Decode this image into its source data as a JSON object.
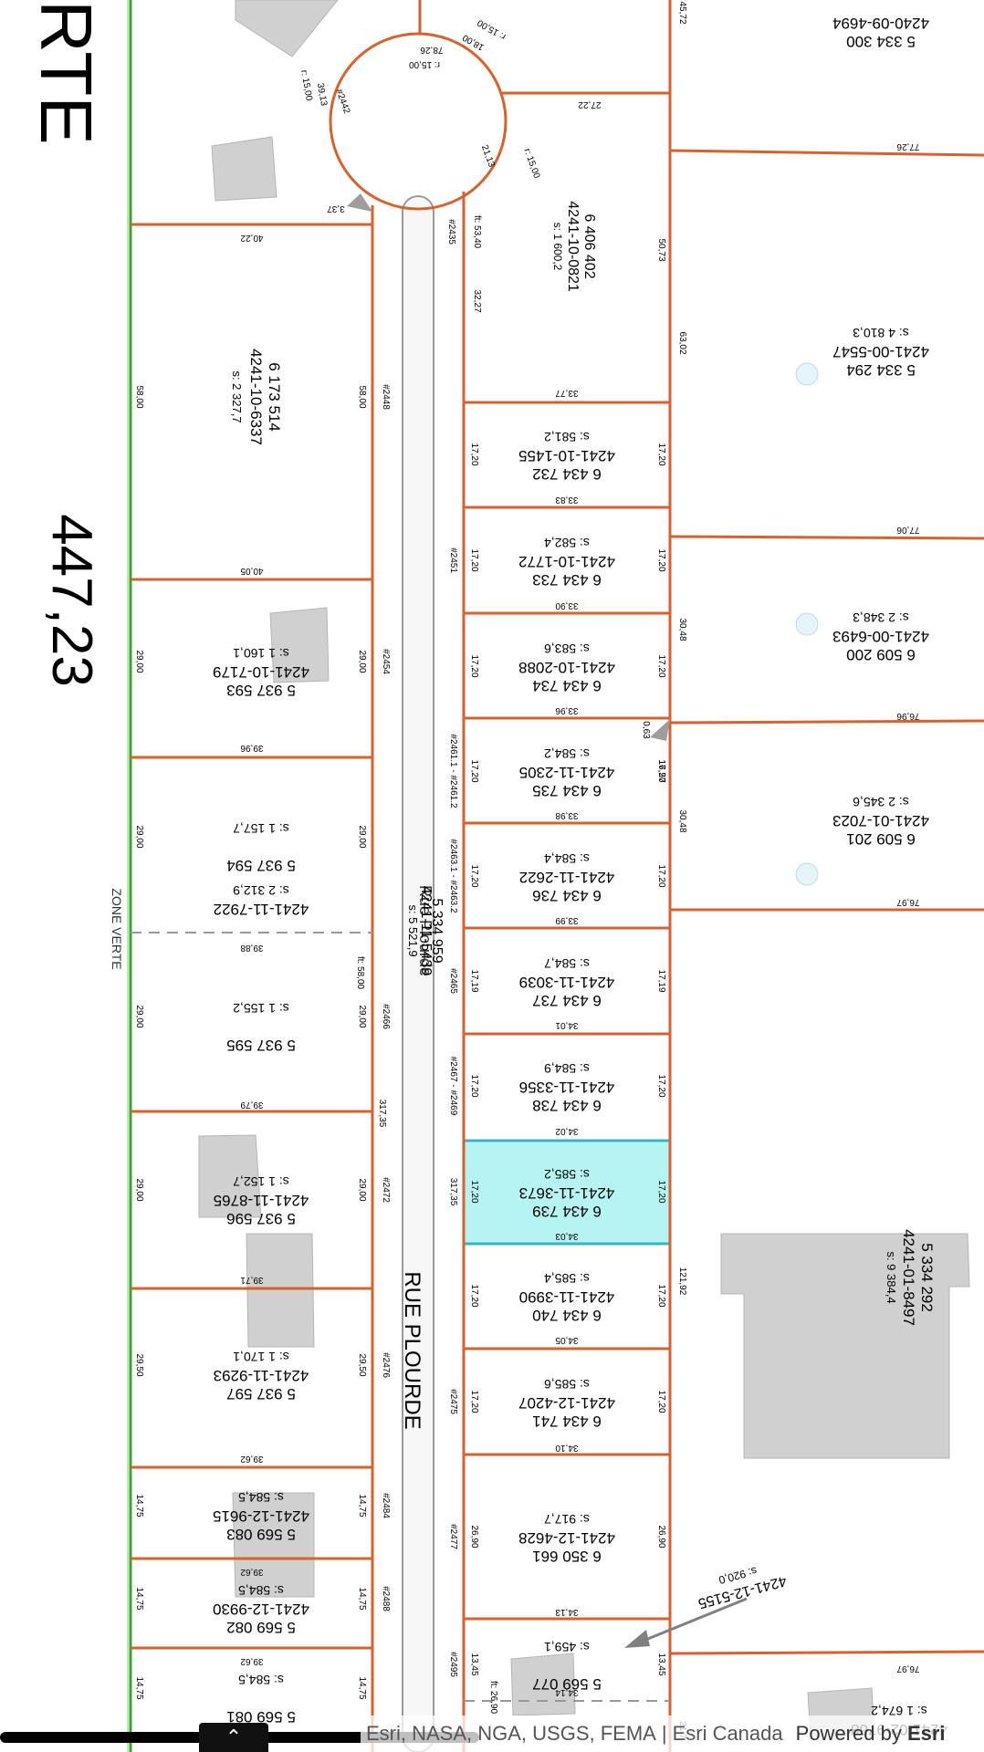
{
  "map": {
    "top_left_label": "RTE",
    "big_measure": "447,23",
    "zone_label": "ZONE VERTE",
    "street_name_vertical": "RUE PLOURDE",
    "street_parcel": {
      "name": "Rue Plourde",
      "lot": "5 334 959",
      "matricule": "4241-11-5439",
      "area": "s: 5 521,9"
    },
    "cul_de_sac": {
      "lot": "6 406 402",
      "matricule": "4241-10-0821",
      "area": "s: 1 600,2",
      "civic": "#2435",
      "front": "ft: 53,40",
      "dims": [
        "r: 15,00",
        "78,26",
        "r: 15,00",
        "18,00",
        "r: 15,00",
        "39,13",
        "21,13",
        "r: 15,00",
        "3,37"
      ],
      "civic2": "#2442"
    },
    "right_lots": [
      {
        "lot": "6 434 732",
        "matricule": "4241-10-1455",
        "area": "s: 581,2",
        "civic": "",
        "dim": "17,20"
      },
      {
        "lot": "6 434 733",
        "matricule": "4241-10-1772",
        "area": "s: 582,4",
        "civic": "#2451",
        "dim": "17,20"
      },
      {
        "lot": "6 434 734",
        "matricule": "4241-10-2088",
        "area": "s: 583,6",
        "civic": "",
        "dim": "17,20"
      },
      {
        "lot": "6 434 735",
        "matricule": "4241-11-2305",
        "area": "s: 584,2",
        "civic": "#2461.1 - #2461.2",
        "dim": "17,20"
      },
      {
        "lot": "6 434 736",
        "matricule": "4241-11-2622",
        "area": "s: 584,4",
        "civic": "#2463.1 - #2463.2",
        "dim": "17,20"
      },
      {
        "lot": "6 434 737",
        "matricule": "4241-11-3039",
        "area": "s: 584,7",
        "civic": "#2465",
        "dim": "17,19"
      },
      {
        "lot": "6 434 738",
        "matricule": "4241-11-3356",
        "area": "s: 584,9",
        "civic": "#2467 - #2469",
        "dim": "17,20"
      },
      {
        "lot": "6 434 739",
        "matricule": "4241-11-3673",
        "area": "s: 585,2",
        "civic": "317,35",
        "dim": "17,20"
      },
      {
        "lot": "6 434 740",
        "matricule": "4241-11-3990",
        "area": "s: 585,4",
        "civic": "",
        "dim": "17,20"
      },
      {
        "lot": "6 434 741",
        "matricule": "4241-12-4207",
        "area": "s: 585,6",
        "civic": "#2475",
        "dim": "17,20"
      },
      {
        "lot": "6 350 661",
        "matricule": "4241-12-4628",
        "area": "s: 917,7",
        "civic": "#2477",
        "dim": "26,90"
      },
      {
        "lot": "5 569 077",
        "matricule": "",
        "area": "s: 459,1",
        "civic": "#2495",
        "dim": "13,45"
      }
    ],
    "right_widths": [
      "33,77",
      "33,83",
      "33,90",
      "33,96",
      "33,98",
      "33,99",
      "34,01",
      "34,02",
      "34,03",
      "34,05",
      "34,10",
      "34,13",
      "34,14"
    ],
    "right_side_dims": [
      "50,73",
      "32,27",
      "63,02",
      "30,48",
      "16,57",
      "0,63",
      "30,48",
      "121,92",
      "45,72",
      "21,7"
    ],
    "left_lots": [
      {
        "lot": "6 173 514",
        "matricule": "4241-10-6337",
        "area": "s: 2 327,7",
        "civic": "#2448",
        "dim": "58,00"
      },
      {
        "lot": "5 937 593",
        "matricule": "4241-10-7179",
        "area": "s: 1 160,1",
        "civic": "#2454",
        "dim": "29,00"
      },
      {
        "lot": "5 937 594",
        "matricule": "",
        "area": "s: 1 157,7",
        "civic": "",
        "dim": "29,00"
      },
      {
        "lot": "",
        "matricule": "4241-11-7922",
        "area": "s: 2 312,9",
        "civic": "",
        "dim": ""
      },
      {
        "lot": "5 937 595",
        "matricule": "",
        "area": "s: 1 155,2",
        "civic": "#2466",
        "dim": "29,00"
      },
      {
        "lot": "5 937 596",
        "matricule": "4241-11-8765",
        "area": "s: 1 152,7",
        "civic": "#2472",
        "dim": "29,00"
      },
      {
        "lot": "5 937 597",
        "matricule": "4241-11-9293",
        "area": "s: 1 170,1",
        "civic": "#2476",
        "dim": "29,50"
      },
      {
        "lot": "5 569 083",
        "matricule": "4241-12-9615",
        "area": "s: 584,5",
        "civic": "#2484",
        "dim": "14,75"
      },
      {
        "lot": "5 569 082",
        "matricule": "4241-12-9930",
        "area": "s: 584,5",
        "civic": "#2488",
        "dim": "14,75"
      },
      {
        "lot": "5 569 081",
        "matricule": "",
        "area": "s: 584,5",
        "civic": "",
        "dim": "14,75"
      }
    ],
    "left_widths": [
      "40,22",
      "40,05",
      "39,96",
      "39,88",
      "39,79",
      "39,71",
      "39,62",
      "39,62",
      "39,62"
    ],
    "left_extra": {
      "front": "ft: 58,00",
      "depth": "317,35"
    },
    "far_right_lots": [
      {
        "lot": "5 334 300",
        "matricule": "4240-09-4694",
        "area": ""
      },
      {
        "lot": "5 334 294",
        "matricule": "4241-00-5547",
        "area": "s: 4 810,3"
      },
      {
        "lot": "6 509 200",
        "matricule": "4241-00-6493",
        "area": "s: 2 348,3"
      },
      {
        "lot": "6 509 201",
        "matricule": "4241-01-7023",
        "area": "s: 2 345,6"
      },
      {
        "lot": "5 334 292",
        "matricule": "4241-01-8497",
        "area": "s: 9 384,4"
      },
      {
        "lot": "",
        "matricule": "4241-02-9768",
        "area": "s: 1 674,2"
      }
    ],
    "far_right_dims": [
      "77,26",
      "77,06",
      "76,96",
      "76,97",
      "76,97"
    ],
    "arrow_label": {
      "matricule": "4241-12-5155",
      "area": "s: 920,0"
    },
    "bottom_front": "ft: 26,90",
    "colors": {
      "parcel_line": "#d9612d",
      "zone_line": "#3aa632",
      "selected_fill": "#a8f2f0",
      "selected_stroke": "#2fb7c8",
      "building": "#cfcfcf",
      "street": "#f4f4f4"
    }
  },
  "attribution": {
    "sources": "Esri, NASA, NGA, USGS, FEMA",
    "separator": "|",
    "provider": "Esri Canada",
    "powered_prefix": "Powered by",
    "powered_brand": "Esri"
  },
  "controls": {
    "collapse_icon": "chevron-up-icon",
    "collapse_glyph": "⌃"
  }
}
